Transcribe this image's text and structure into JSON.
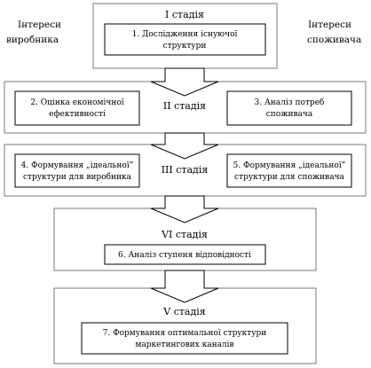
{
  "side_labels": {
    "producer": [
      "Інтереси",
      "виробника"
    ],
    "consumer": [
      "Інтереси",
      "споживача"
    ]
  },
  "stages": {
    "s1": "І стадія",
    "s2": "ІІ стадія",
    "s3": "ІІІ стадія",
    "s4": "VІ стадія",
    "s5": "V стадія"
  },
  "boxes": {
    "b1": [
      "1. Дослідження існуючої",
      "структури"
    ],
    "b2": [
      "2. Оцінка економічної",
      "ефективності"
    ],
    "b3": [
      "3. Аналіз  потреб",
      "споживача"
    ],
    "b4": [
      "4. Формування „ідеальної”",
      "структури для виробника"
    ],
    "b5": [
      "5. Формування „ідеальної”",
      "структури для споживача"
    ],
    "b6": [
      "6. Аналіз ступеня відповідності"
    ],
    "b7": [
      "7. Формування оптимальної структури",
      "маркетингових каналів"
    ]
  }
}
